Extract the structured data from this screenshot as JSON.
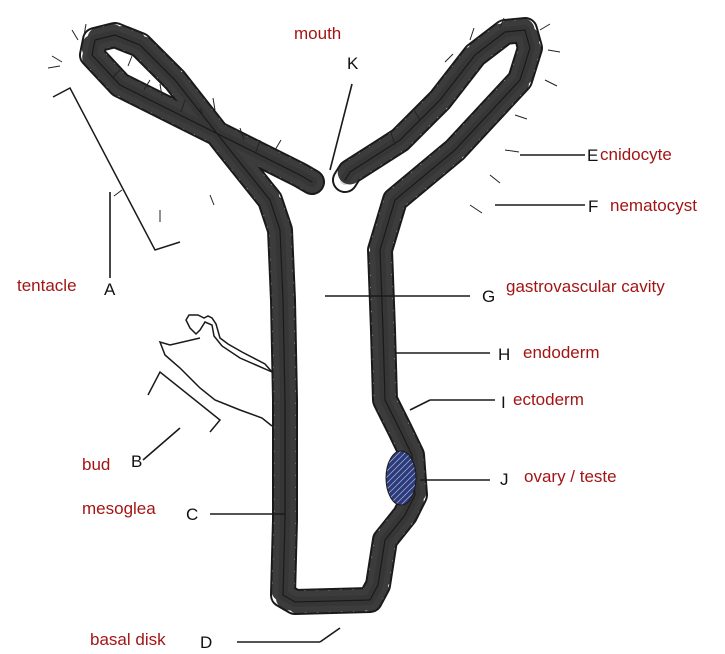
{
  "colors": {
    "term_text": "#a31515",
    "letter_text": "#111111",
    "layer_fill": "#d6d6d6",
    "outline": "#1a1a1a",
    "ovary_fill": "#2b3a7a"
  },
  "labels": {
    "A": {
      "letter": "A",
      "term": "tentacle"
    },
    "B": {
      "letter": "B",
      "term": "bud"
    },
    "C": {
      "letter": "C",
      "term": "mesoglea"
    },
    "D": {
      "letter": "D",
      "term": "basal disk"
    },
    "E": {
      "letter": "E",
      "term": "cnidocyte"
    },
    "F": {
      "letter": "F",
      "term": "nematocyst"
    },
    "G": {
      "letter": "G",
      "term": "gastrovascular cavity"
    },
    "H": {
      "letter": "H",
      "term": "endoderm"
    },
    "I": {
      "letter": "I",
      "term": "ectoderm"
    },
    "J": {
      "letter": "J",
      "term": "ovary / teste"
    },
    "K": {
      "letter": "K",
      "term": "mouth"
    }
  }
}
